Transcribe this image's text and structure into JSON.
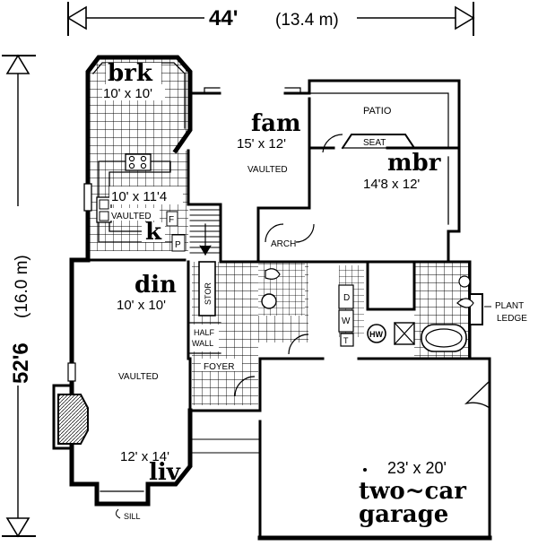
{
  "dimensions": {
    "width_label": "44'",
    "width_metric": "(13.4 m)",
    "depth_label": "52'6",
    "depth_metric": "(16.0 m)"
  },
  "rooms": {
    "breakfast": {
      "name": "brk",
      "size": "10' x 10'"
    },
    "family": {
      "name": "fam",
      "size": "15' x 12'",
      "note": "VAULTED"
    },
    "patio": {
      "name": "PATIO",
      "seat": "SEAT"
    },
    "master_bedroom": {
      "name": "mbr",
      "size": "14'8 x 12'"
    },
    "kitchen": {
      "name": "k",
      "size": "10' x 11'4",
      "note": "VAULTED",
      "f_label": "F",
      "p_label": "P"
    },
    "arch": "ARCH",
    "dining": {
      "name": "din",
      "size": "10' x 10'"
    },
    "storage": "STOR",
    "half_wall": {
      "line1": "HALF",
      "line2": "WALL"
    },
    "foyer": "FOYER",
    "living": {
      "name": "liv",
      "size": "12' x 14'",
      "note": "VAULTED",
      "sill": "SILL"
    },
    "garage": {
      "size": "23' x 20'",
      "line1": "two~car",
      "line2": "garage"
    },
    "laundry": {
      "d": "D",
      "w": "W",
      "t": "T",
      "hw": "HW"
    },
    "plant_ledge": {
      "line1": "PLANT",
      "line2": "LEDGE"
    }
  },
  "colors": {
    "ink": "#000000",
    "paper": "#ffffff"
  }
}
